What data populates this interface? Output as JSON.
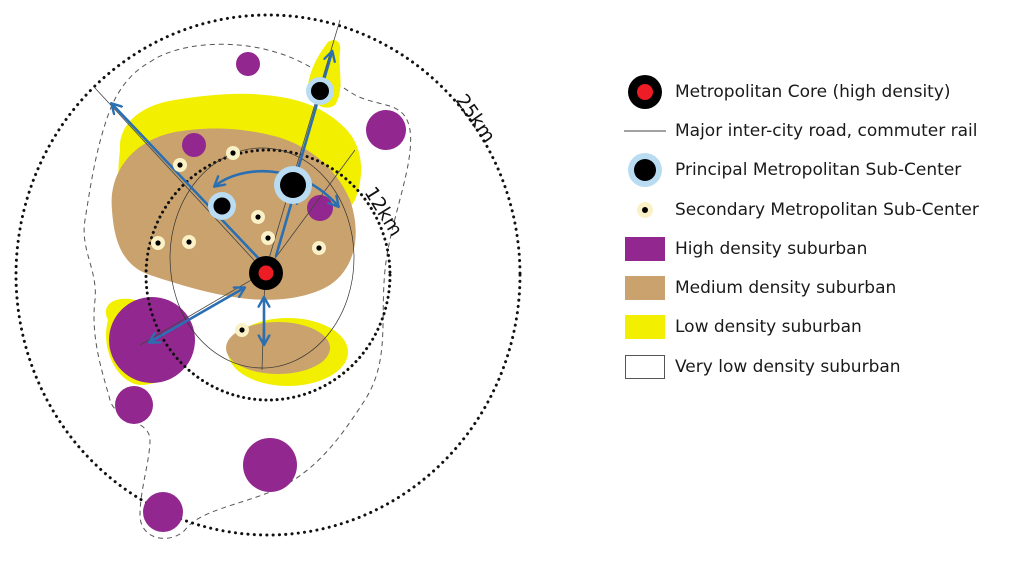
{
  "rings": {
    "outer_label": "25km",
    "inner_label": "12km"
  },
  "colors": {
    "high_density": "#92278f",
    "medium_density": "#c9a26e",
    "low_density": "#f2ef00",
    "very_low_density": "#ffffff",
    "core_red": "#ee1c25",
    "flow_arrow": "#2b6fb3",
    "subcenter_halo": "#b9dcf2"
  },
  "legend": {
    "items": [
      {
        "symbol": "metropolitan-core-icon",
        "label": "Metropolitan Core (high density)"
      },
      {
        "symbol": "road-line-icon",
        "label": "Major inter-city road, commuter rail"
      },
      {
        "symbol": "principal-subcenter-icon",
        "label": "Principal Metropolitan Sub-Center"
      },
      {
        "symbol": "secondary-subcenter-icon",
        "label": "Secondary Metropolitan Sub-Center"
      },
      {
        "symbol": "high-density-swatch",
        "label": "High density suburban"
      },
      {
        "symbol": "medium-density-swatch",
        "label": "Medium density suburban"
      },
      {
        "symbol": "low-density-swatch",
        "label": "Low density suburban"
      },
      {
        "symbol": "very-low-density-swatch",
        "label": "Very low density suburban"
      }
    ]
  }
}
